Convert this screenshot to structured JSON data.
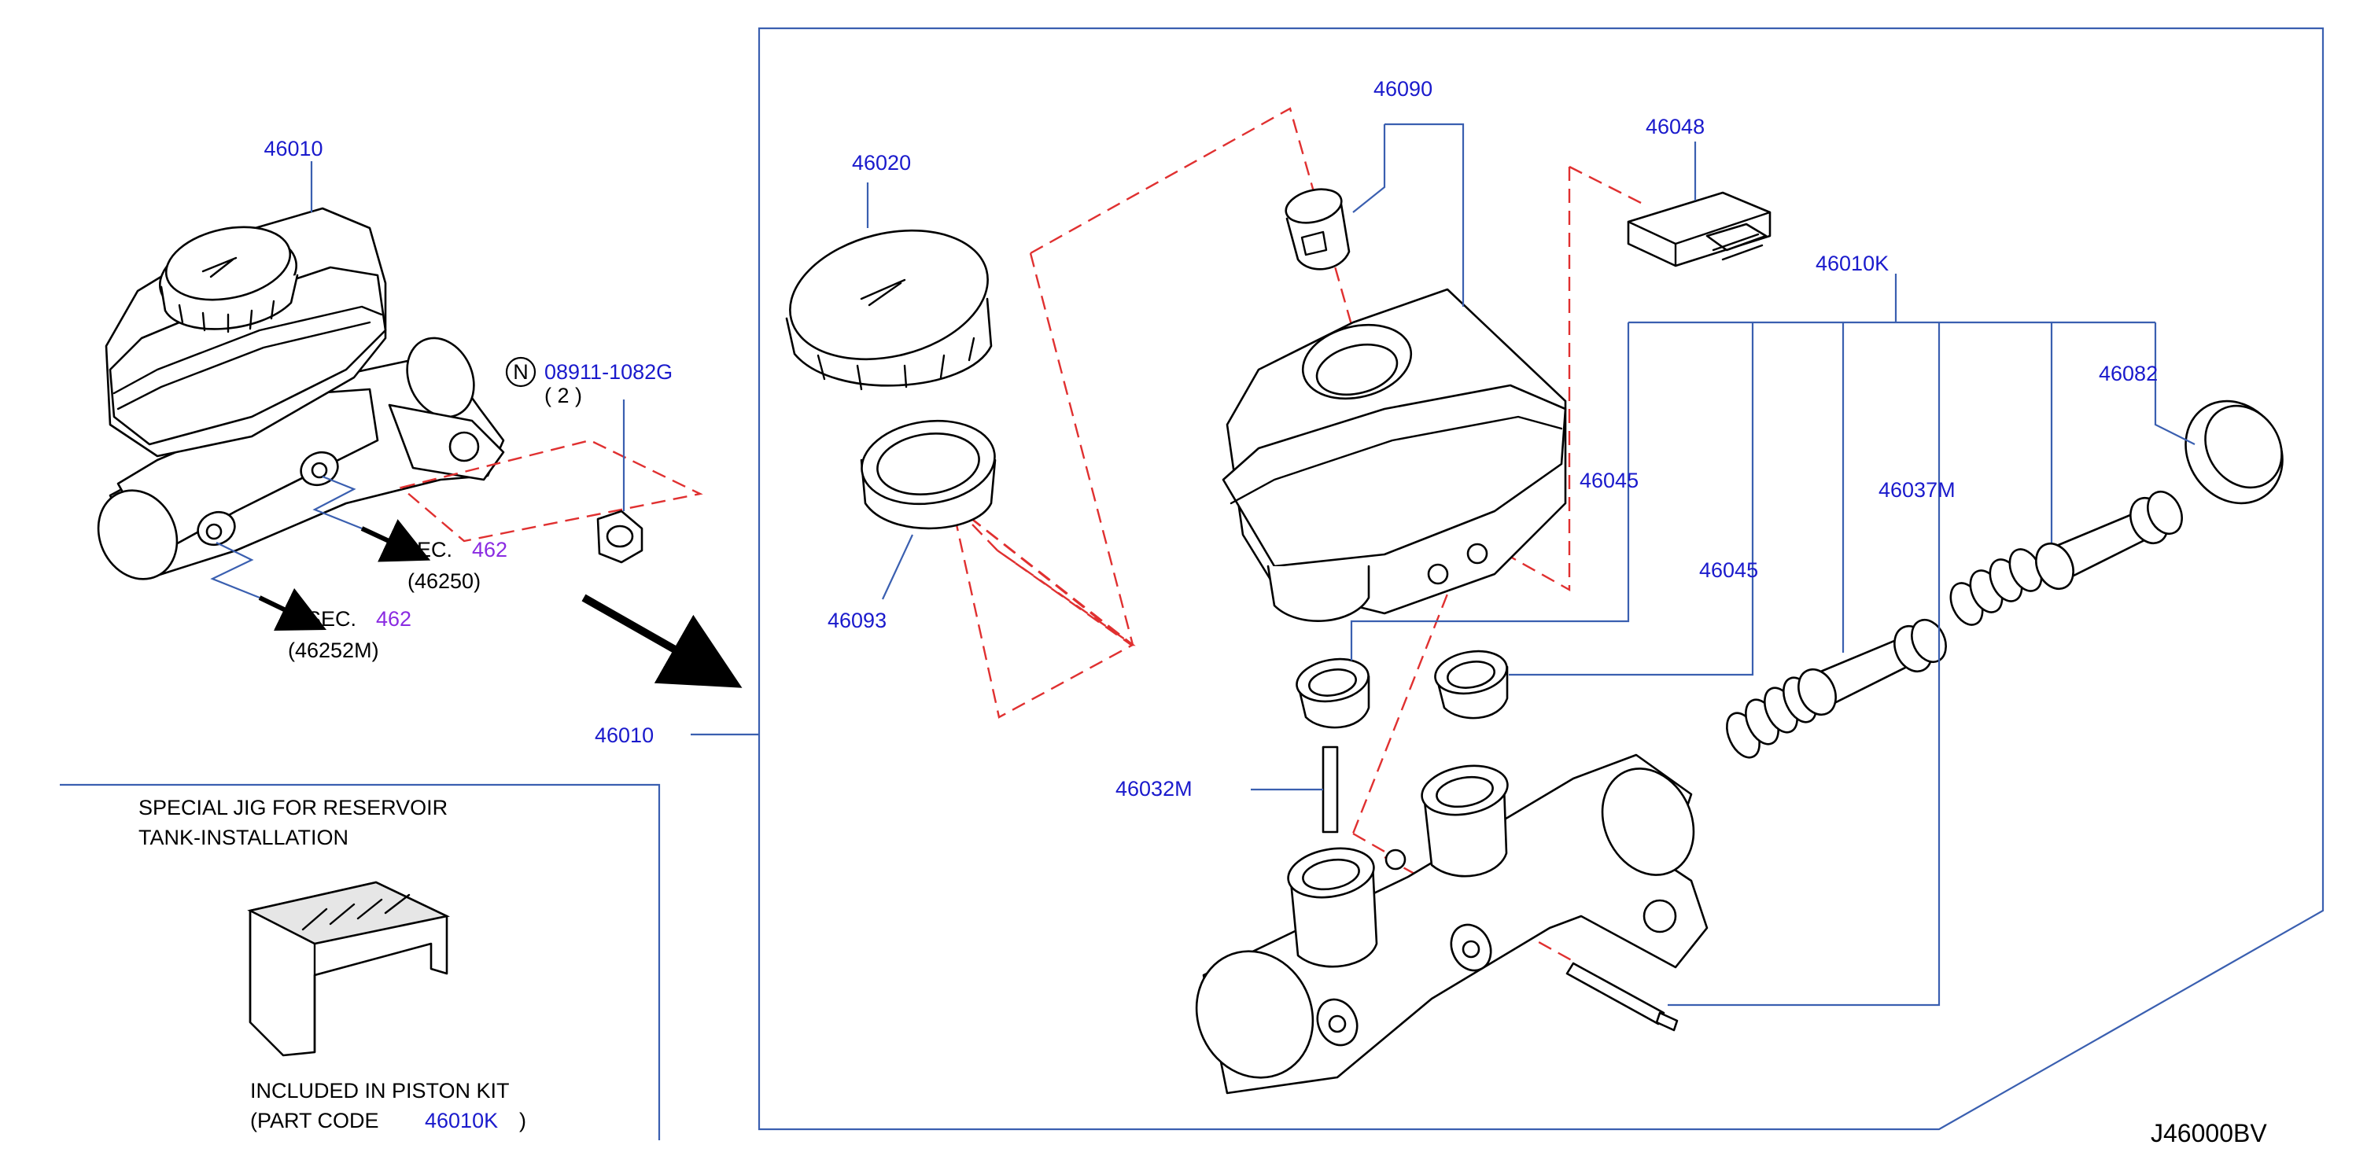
{
  "colors": {
    "part_number": "#1a1acc",
    "section_number": "#8a2be2",
    "leader_line": "#3a5fb0",
    "frame_line": "#3a5fb0",
    "dashed_guide": "#e03030",
    "outline": "#000000"
  },
  "callouts": {
    "master_cylinder_assy_top": "46010",
    "master_cylinder_assy_side": "46010",
    "reservoir_cap": "46020",
    "reservoir_tank": "46090",
    "sensor_switch": "46048",
    "piston_kit": "46010K",
    "seal_46082": "46082",
    "grommet_upper": "46045",
    "grommet_lower": "46045",
    "piston_secondary": "46037M",
    "filter_46093": "46093",
    "pin_46032M": "46032M"
  },
  "nut": {
    "symbol": "N",
    "part_number": "08911-1082G",
    "quantity": "( 2  )"
  },
  "section_refs": [
    {
      "prefix": "SEC.",
      "number": "462",
      "sub": "(46250)"
    },
    {
      "prefix": "SEC.",
      "number": "462",
      "sub": "(46252M)"
    }
  ],
  "special_jig": {
    "line1": "SPECIAL  JIG  FOR  RESERVOIR",
    "line2": "TANK-INSTALLATION",
    "note_line1": "INCLUDED  IN  PISTON  KIT",
    "note_prefix": "(PART  CODE",
    "note_code": "46010K",
    "note_suffix": ")"
  },
  "diagram_code": "J46000BV"
}
